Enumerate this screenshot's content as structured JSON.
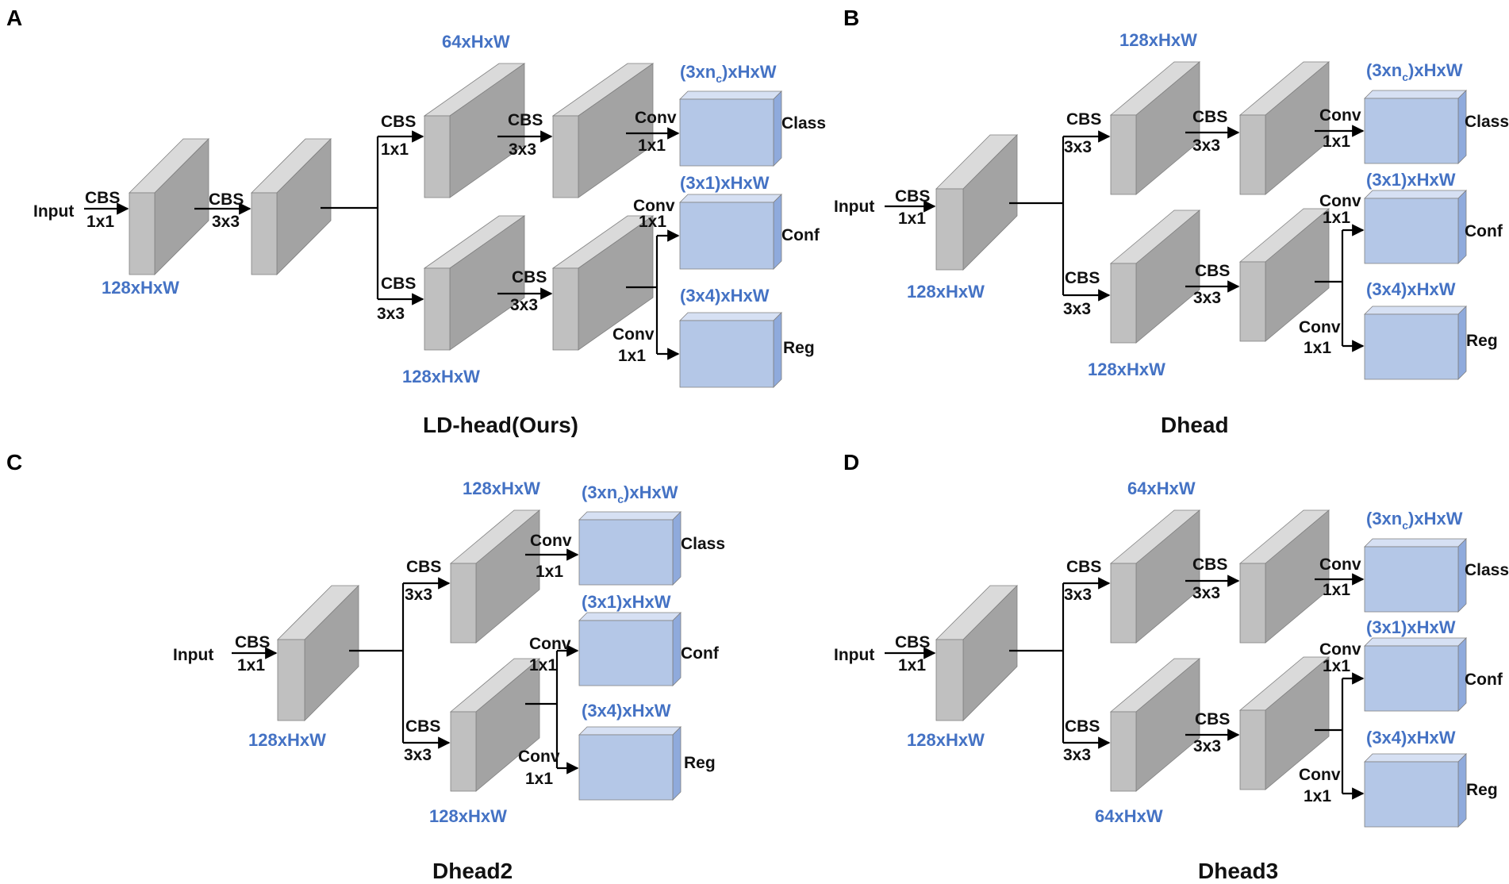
{
  "panels": [
    {
      "letter": "A",
      "caption": "LD-head(Ours)",
      "input_label": "Input",
      "stem_op": [
        "CBS",
        "1x1"
      ],
      "conv2_op": [
        "CBS",
        "3x3"
      ],
      "stem_dim": "128xHxW",
      "upper_branch": {
        "op1": [
          "CBS",
          "1x1"
        ],
        "op2": [
          "CBS",
          "3x3"
        ],
        "dim": "64xHxW"
      },
      "lower_branch": {
        "op1": [
          "CBS",
          "3x3"
        ],
        "op2": [
          "CBS",
          "3x3"
        ],
        "dim": "128xHxW"
      },
      "outputs": [
        {
          "name": "Class",
          "dim_prefix": "(3xn",
          "dim_sub": "c",
          "dim_suffix": ")xHxW",
          "op": [
            "Conv",
            "1x1"
          ]
        },
        {
          "name": "Conf",
          "dim_prefix": "(3x1)xHxW",
          "dim_sub": "",
          "dim_suffix": "",
          "op": [
            "Conv",
            "1x1"
          ]
        },
        {
          "name": "Reg",
          "dim_prefix": "(3x4)xHxW",
          "dim_sub": "",
          "dim_suffix": "",
          "op": [
            "Conv",
            "1x1"
          ]
        }
      ]
    },
    {
      "letter": "B",
      "caption": "Dhead",
      "input_label": "Input",
      "stem_op": [
        "CBS",
        "1x1"
      ],
      "stem_dim": "128xHxW",
      "upper_branch": {
        "op1": [
          "CBS",
          "3x3"
        ],
        "op2": [
          "CBS",
          "3x3"
        ],
        "dim": "128xHxW"
      },
      "lower_branch": {
        "op1": [
          "CBS",
          "3x3"
        ],
        "op2": [
          "CBS",
          "3x3"
        ],
        "dim": "128xHxW"
      },
      "outputs": [
        {
          "name": "Class",
          "dim_prefix": "(3xn",
          "dim_sub": "c",
          "dim_suffix": ")xHxW",
          "op": [
            "Conv",
            "1x1"
          ]
        },
        {
          "name": "Conf",
          "dim_prefix": "(3x1)xHxW",
          "dim_sub": "",
          "dim_suffix": "",
          "op": [
            "Conv",
            "1x1"
          ]
        },
        {
          "name": "Reg",
          "dim_prefix": "(3x4)xHxW",
          "dim_sub": "",
          "dim_suffix": "",
          "op": [
            "Conv",
            "1x1"
          ]
        }
      ]
    },
    {
      "letter": "C",
      "caption": "Dhead2",
      "input_label": "Input",
      "stem_op": [
        "CBS",
        "1x1"
      ],
      "stem_dim": "128xHxW",
      "upper_branch": {
        "op1": [
          "CBS",
          "3x3"
        ],
        "dim": "128xHxW"
      },
      "lower_branch": {
        "op1": [
          "CBS",
          "3x3"
        ],
        "dim": "128xHxW"
      },
      "outputs": [
        {
          "name": "Class",
          "dim_prefix": "(3xn",
          "dim_sub": "c",
          "dim_suffix": ")xHxW",
          "op": [
            "Conv",
            "1x1"
          ]
        },
        {
          "name": "Conf",
          "dim_prefix": "(3x1)xHxW",
          "dim_sub": "",
          "dim_suffix": "",
          "op": [
            "Conv",
            "1x1"
          ]
        },
        {
          "name": "Reg",
          "dim_prefix": "(3x4)xHxW",
          "dim_sub": "",
          "dim_suffix": "",
          "op": [
            "Conv",
            "1x1"
          ]
        }
      ]
    },
    {
      "letter": "D",
      "caption": "Dhead3",
      "input_label": "Input",
      "stem_op": [
        "CBS",
        "1x1"
      ],
      "stem_dim": "128xHxW",
      "upper_branch": {
        "op1": [
          "CBS",
          "3x3"
        ],
        "op2": [
          "CBS",
          "3x3"
        ],
        "dim": "64xHxW"
      },
      "lower_branch": {
        "op1": [
          "CBS",
          "3x3"
        ],
        "op2": [
          "CBS",
          "3x3"
        ],
        "dim": "64xHxW"
      },
      "outputs": [
        {
          "name": "Class",
          "dim_prefix": "(3xn",
          "dim_sub": "c",
          "dim_suffix": ")xHxW",
          "op": [
            "Conv",
            "1x1"
          ]
        },
        {
          "name": "Conf",
          "dim_prefix": "(3x1)xHxW",
          "dim_sub": "",
          "dim_suffix": "",
          "op": [
            "Conv",
            "1x1"
          ]
        },
        {
          "name": "Reg",
          "dim_prefix": "(3x4)xHxW",
          "dim_sub": "",
          "dim_suffix": "",
          "op": [
            "Conv",
            "1x1"
          ]
        }
      ]
    }
  ],
  "colors": {
    "block_front": "#c0c0c0",
    "block_side": "#a3a3a3",
    "block_top": "#dadada",
    "out_front": "#b4c7e7",
    "out_side": "#8faadc",
    "out_top": "#d6e0f3",
    "dim_text": "#4472c4"
  }
}
